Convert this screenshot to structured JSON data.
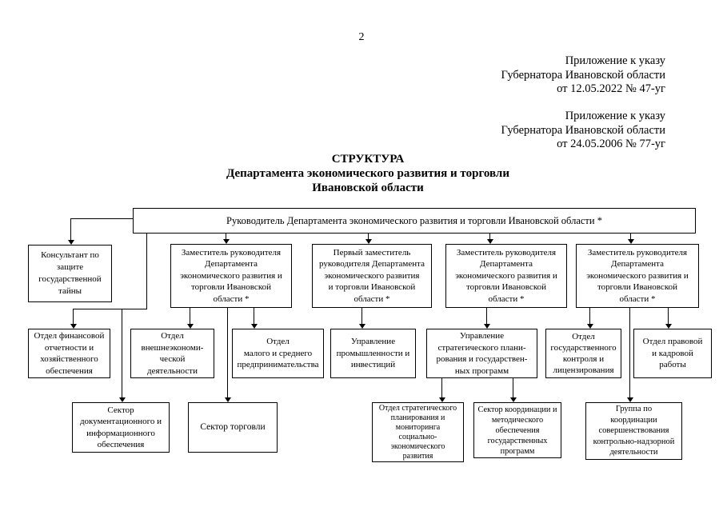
{
  "page": {
    "number": "2",
    "annexes": [
      {
        "lines": "Приложение к указу\nГубернатора Ивановской области\nот 12.05.2022 № 47-уг"
      },
      {
        "lines": "Приложение к указу\nГубернатора Ивановской области\nот 24.05.2006 № 77-уг"
      }
    ],
    "title": "СТРУКТУРА\nДепартамента экономического развития и торговли\nИвановской области"
  },
  "org": {
    "boxes": {
      "head": "Руководитель Департамента экономического развития и торговли Ивановской области *",
      "konsultant": "Консультант по\nзащите\nгосударственной\nтайны",
      "deputy1": "Заместитель руководителя\nДепартамента\nэкономического развития и\nторговли Ивановской\nобласти *",
      "first_deputy": "Первый заместитель\nруководителя Департамента\nэкономического развития\nи торговли Ивановской\nобласти *",
      "deputy2": "Заместитель руководителя\nДепартамента\nэкономического развития и\nторговли Ивановской\nобласти *",
      "deputy3": "Заместитель руководителя\nДепартамента\nэкономического развития и\nторговли Ивановской\nобласти *",
      "finance": "Отдел финансовой\nотчетности и\nхозяйственного\nобеспечения",
      "foreign_economic": "Отдел\nвнешнеэкономи-\nческой\nдеятельности",
      "small_business": "Отдел\nмалого и среднего\nпредпринимательства",
      "industry": "Управление\nпромышленности и\nинвестиций",
      "strategic": "Управление\nстратегического плани-\nрования и государствен-\nных программ",
      "state_control": "Отдел\nгосударственного\nконтроля и\nлицензирования",
      "legal": "Отдел правовой\nи кадровой\nработы",
      "doc_sector": "Сектор\nдокументационного и\nинформационного\nобеспечения",
      "trade_sector": "Сектор торговли",
      "strat_planning": "Отдел стратегического\nпланирования и\nмониторинга\nсоциально-\nэкономического\nразвития",
      "coord_sector": "Сектор координации и\nметодического\nобеспечения\nгосударственных\nпрограмм",
      "control_group": "Группа по\nкоординации\nсовершенствования\nконтрольно-надзорной\nдеятельности"
    }
  }
}
